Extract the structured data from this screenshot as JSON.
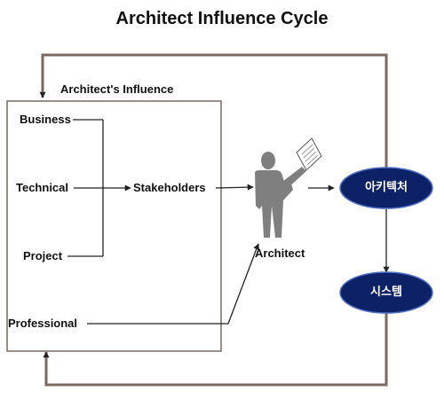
{
  "title": "Architect Influence Cycle",
  "box_title": "Architect's Influence",
  "factors": {
    "business": "Business",
    "technical": "Technical",
    "project": "Project",
    "professional": "Professional"
  },
  "stakeholders": "Stakeholders",
  "architect": "Architect",
  "architecture": "아키텍처",
  "system": "시스템",
  "colors": {
    "ellipse_fill": "#0d2266",
    "ellipse_stroke": "#4f6fc6",
    "frame_stroke": "#7b6a61",
    "line": "#222222",
    "figure": "#7f7f7f"
  },
  "icons": {
    "architect": "person-holding-document-icon"
  }
}
